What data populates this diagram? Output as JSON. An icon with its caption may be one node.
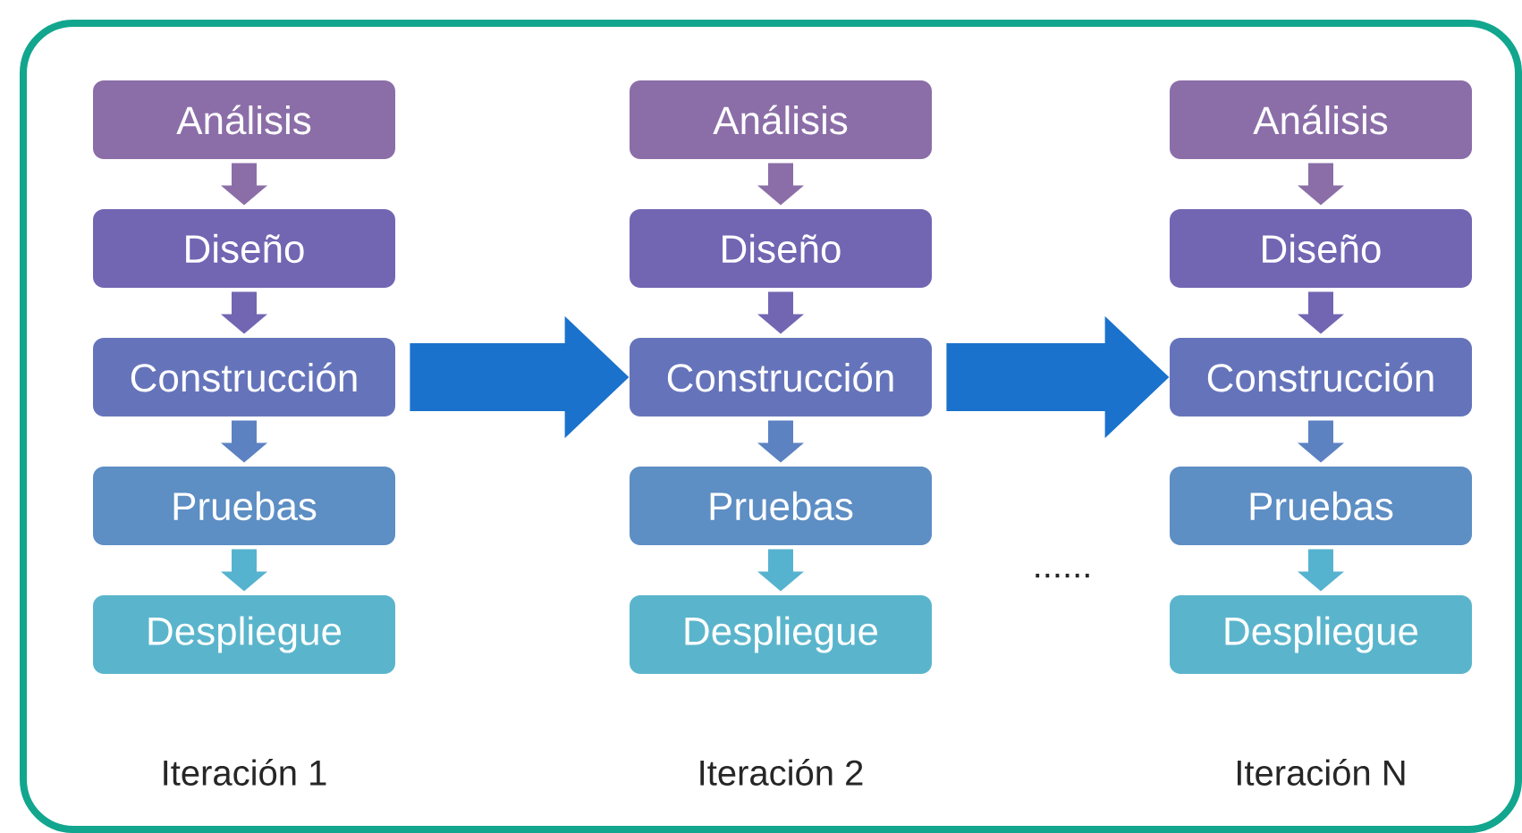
{
  "diagram": {
    "nodes": [
      {
        "text": [
          "Análisis"
        ]
      },
      {
        "text": [
          "Diseño"
        ]
      },
      {
        "text": [
          "Construcción"
        ]
      },
      {
        "text": [
          "Pruebas"
        ]
      },
      {
        "text": [
          "Despliegue"
        ]
      },
      {
        "text": [
          "Análisis"
        ]
      },
      {
        "text": [
          "Diseño"
        ]
      },
      {
        "text": [
          "Construcción"
        ]
      },
      {
        "text": [
          "Pruebas"
        ]
      },
      {
        "text": [
          "Despliegue"
        ]
      },
      {
        "text": [
          "Análisis"
        ]
      },
      {
        "text": [
          "Diseño"
        ]
      },
      {
        "text": [
          "Construcción"
        ]
      },
      {
        "text": [
          "Pruebas"
        ]
      },
      {
        "text": [
          "Despliegue"
        ]
      }
    ],
    "edges": [
      {
        "from": 0,
        "to": 1,
        "arrow": "to"
      },
      {
        "from": 1,
        "to": 2,
        "arrow": "to"
      },
      {
        "from": 2,
        "to": 3,
        "arrow": "to"
      },
      {
        "from": 3,
        "to": 4,
        "arrow": "to"
      },
      {
        "from": 5,
        "to": 6,
        "arrow": "to"
      },
      {
        "from": 6,
        "to": 7,
        "arrow": "to"
      },
      {
        "from": 7,
        "to": 8,
        "arrow": "to"
      },
      {
        "from": 8,
        "to": 9,
        "arrow": "to"
      },
      {
        "from": 10,
        "to": 11,
        "arrow": "to"
      },
      {
        "from": 11,
        "to": 12,
        "arrow": "to"
      },
      {
        "from": 12,
        "to": 13,
        "arrow": "to"
      },
      {
        "from": 13,
        "to": 14,
        "arrow": "to"
      },
      {
        "from": 2,
        "to": 7,
        "arrow": "to",
        "color": "#1a72cc"
      },
      {
        "from": 7,
        "to": 12,
        "arrow": "to",
        "color": "#1a72cc"
      }
    ],
    "labels": [
      "......",
      "Iteración 1",
      "Iteración 2",
      "Iteración N"
    ]
  }
}
